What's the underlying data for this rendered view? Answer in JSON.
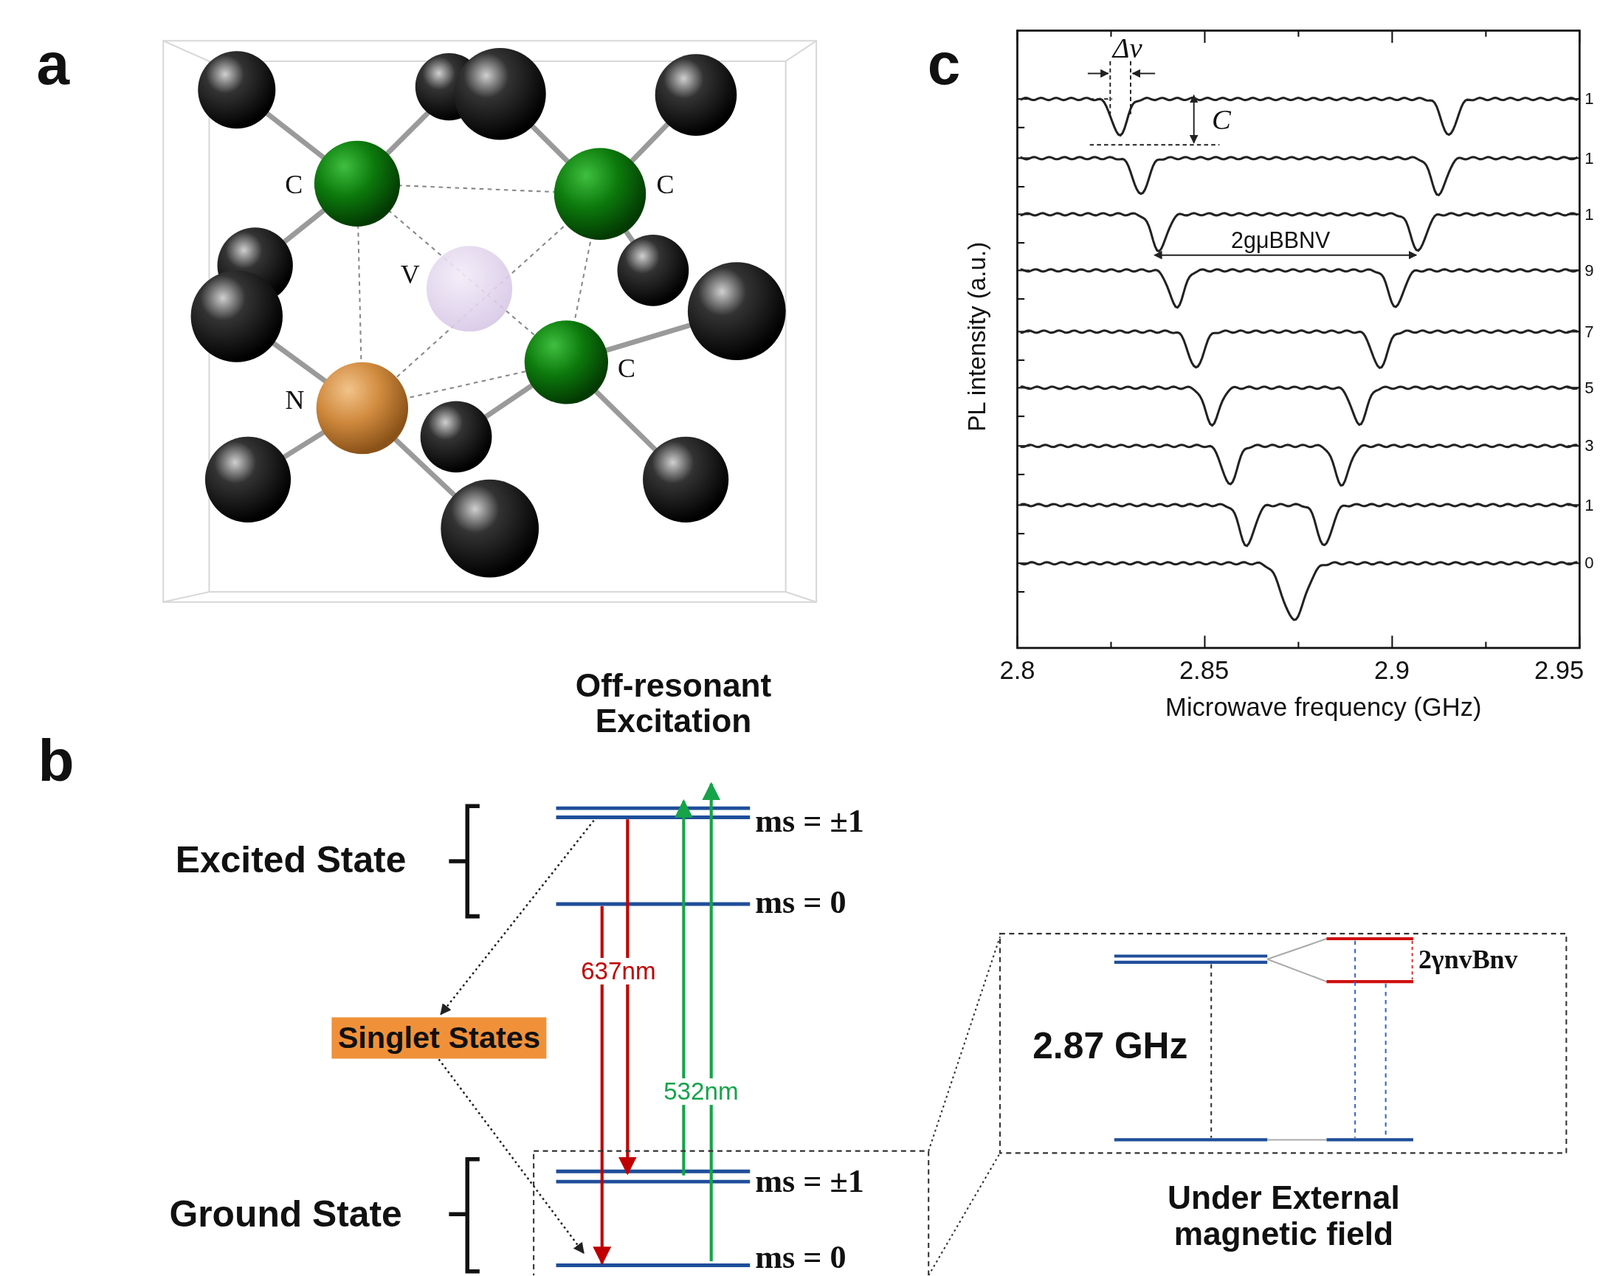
{
  "diagram": {
    "nodes": [
      {
        "text": [
          "Singlet States"
        ]
      }
    ],
    "labels": [
      "a",
      "C",
      "C",
      "V",
      "N",
      "C",
      "b",
      "Off-resonant Excitation",
      "Excited State",
      "ms = ±1",
      "ms = 0",
      "637nm",
      "532nm",
      "Ground State",
      "ms = ±1",
      "ms = 0",
      "2.87 GHz",
      "2γnvBnv",
      "Under External magnetic field",
      "c",
      "Δν",
      "C",
      "2gμBBNV",
      "PL intensity (a.u.)",
      "2.8",
      "2.85",
      "2.9",
      "2.95",
      "Microwave frequency (GHz)",
      "1",
      "1",
      "1",
      "9",
      "7",
      "5",
      "3",
      "1",
      "0"
    ]
  }
}
